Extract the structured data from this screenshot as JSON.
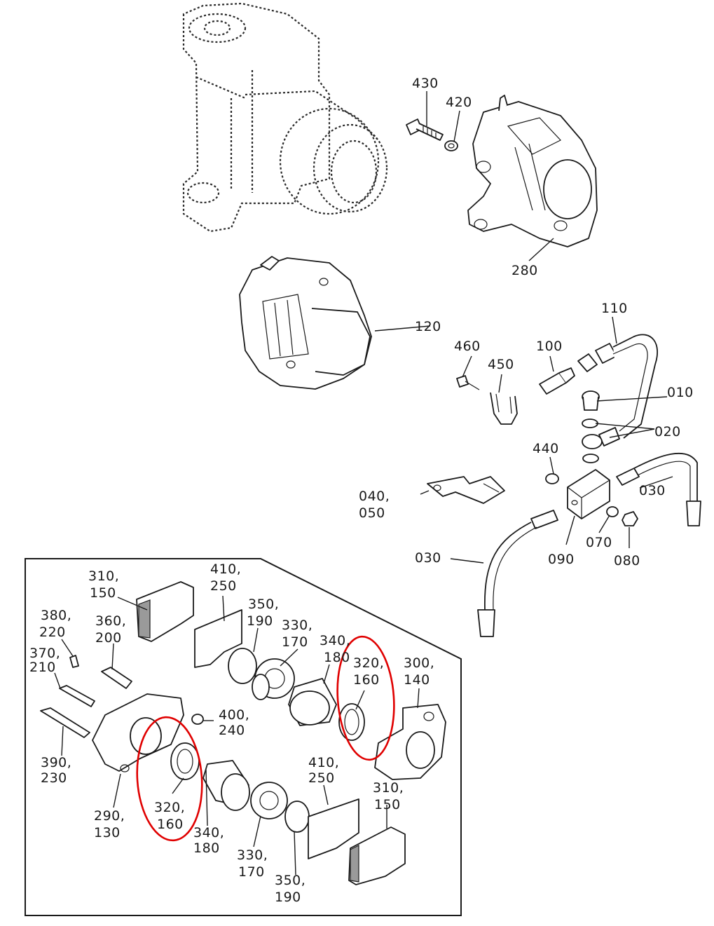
{
  "diagram": {
    "labels": {
      "p430": "430",
      "p420": "420",
      "p280": "280",
      "p120": "120",
      "p110": "110",
      "p460": "460",
      "p450": "450",
      "p100": "100",
      "p010": "010",
      "p020": "020",
      "p440": "440",
      "p040_a": "040,",
      "p040_b": "050",
      "p030_right": "030",
      "p030_left": "030",
      "p090": "090",
      "p070": "070",
      "p080": "080"
    },
    "inset_labels": {
      "l310a_1": "310,",
      "l310a_2": "150",
      "l410a_1": "410,",
      "l410a_2": "250",
      "l350a_1": "350,",
      "l350a_2": "190",
      "l330a_1": "330,",
      "l330a_2": "170",
      "l340a_1": "340,",
      "l340a_2": "180",
      "l320a_1": "320,",
      "l320a_2": "160",
      "l300_1": "300,",
      "l300_2": "140",
      "l380_1": "380,",
      "l380_2": "220",
      "l360_1": "360,",
      "l360_2": "200",
      "l370_1": "370,",
      "l370_2": "210",
      "l400_1": "400,",
      "l400_2": "240",
      "l390_1": "390,",
      "l390_2": "230",
      "l290_1": "290,",
      "l290_2": "130",
      "l320b_1": "320,",
      "l320b_2": "160",
      "l340b_1": "340,",
      "l340b_2": "180",
      "l330b_1": "330,",
      "l330b_2": "170",
      "l350b_1": "350,",
      "l350b_2": "190",
      "l410b_1": "410,",
      "l410b_2": "250",
      "l310b_1": "310,",
      "l310b_2": "150"
    },
    "colors": {
      "ink": "#1a1a1a",
      "highlight": "#e00000",
      "background": "#ffffff"
    }
  }
}
